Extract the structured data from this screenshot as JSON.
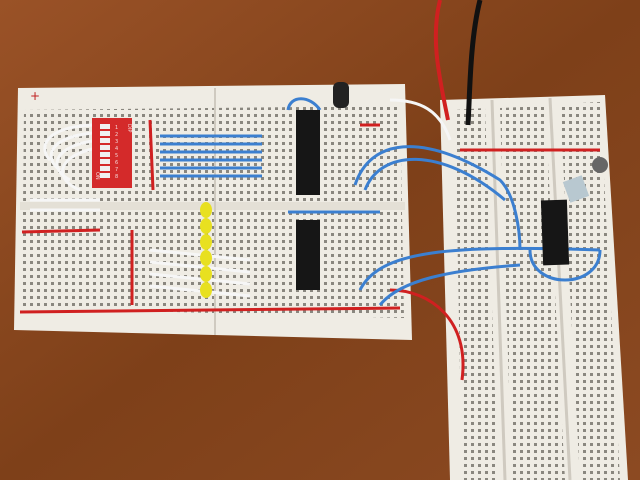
{
  "scene": {
    "description_colors": {
      "wood": "#8a4620",
      "board": "#efece4",
      "wire_blue": "#3b7fd0",
      "wire_red": "#d02020",
      "wire_white": "#f4f4f4",
      "ic": "#161616",
      "dip_switch": "#d42a2a",
      "led": "#e8e020"
    }
  },
  "dip_switch": {
    "brand": "DIP",
    "on_label": "ON",
    "positions": [
      "1",
      "2",
      "3",
      "4",
      "5",
      "6",
      "7",
      "8"
    ]
  },
  "rail_marks": {
    "plus": "+"
  }
}
